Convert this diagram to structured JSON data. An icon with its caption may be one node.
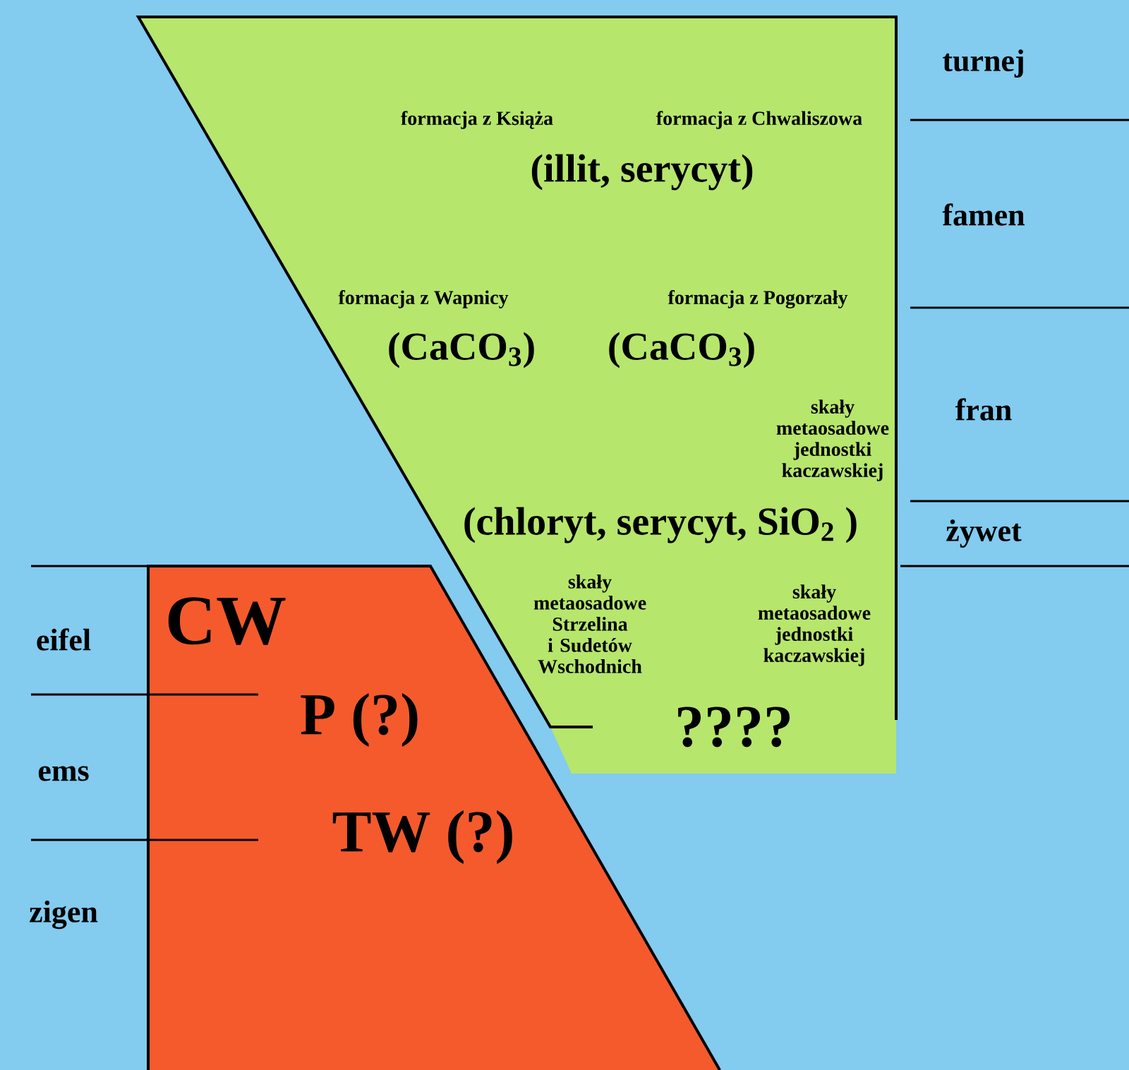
{
  "diagram": {
    "nodes": [
      {
        "text": [
          "formacja z Książa",
          "formacja z Chwaliszowa",
          "(illit, serycyt)",
          "formacja z Wapnicy",
          "formacja z Pogorzały",
          "(CaCO$_{3}$)",
          "(CaCO$_{3}$)",
          "skały metaosadowe jednostki kaczawskiej",
          "(chloryt, serycyt, SiO$_{2}$ )",
          "skały metaosadowe Strzelina i Sudetów Wschodnich",
          "skały metaosadowe jednostki kaczawskiej",
          "????"
        ]
      },
      {
        "text": [
          "CW",
          "P (?)",
          "TW (?)"
        ]
      }
    ],
    "labels": [
      "turnej",
      "famen",
      "fran",
      "żywet",
      "eifel",
      "ems",
      "zigen"
    ]
  }
}
